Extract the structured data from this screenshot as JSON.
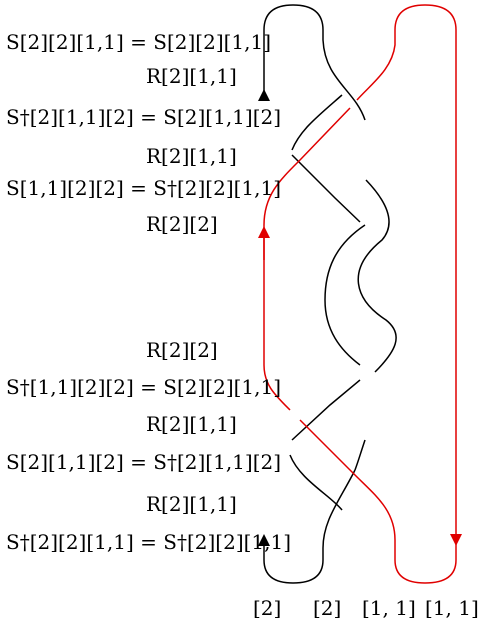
{
  "equations": {
    "eq1": {
      "lhs": "S[2][2][1,1]",
      "rhs": "S[2][2][1,1]"
    },
    "eq2": {
      "lhs": "S†[2][1,1][2]",
      "rhs": "S[2][1,1][2]"
    },
    "eq3": {
      "lhs": "S[1,1][2][2]",
      "rhs": "S†[2][2][1,1]"
    },
    "eq4": {
      "lhs": "S†[1,1][2][2]",
      "rhs": "S[2][2][1,1]"
    },
    "eq5": {
      "lhs": "S[2][1,1][2]",
      "rhs": "S†[2][1,1][2]"
    },
    "eq6": {
      "lhs": "S†[2][2][1,1]",
      "rhs": "S†[2][2][1,1]"
    }
  },
  "r_matrices": {
    "r1": "R[2][1,1]",
    "r2": "R[2][1,1]",
    "r3": "R[2][2]",
    "r4": "R[2][2]",
    "r5": "R[2][1,1]",
    "r6": "R[2][1,1]"
  },
  "strand_labels": [
    "[2]",
    "[2]",
    "[1, 1]",
    "[1, 1]"
  ],
  "colors": {
    "black_strand": "#000000",
    "red_strand": "#e00000"
  }
}
